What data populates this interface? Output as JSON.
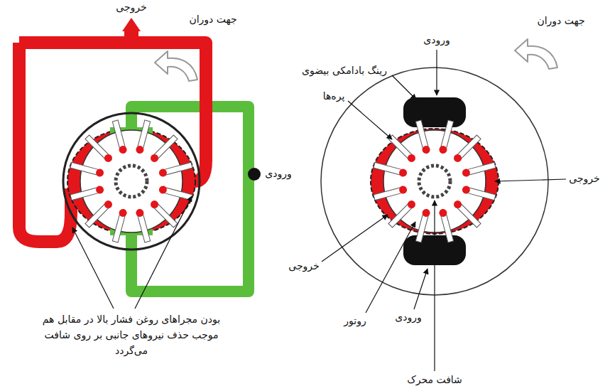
{
  "diagram": {
    "labels": [
      "خروجی",
      "جهت دوران",
      "ورودی",
      "بودن مجراهای روغن فشار بالا در مقابل هم موجب حذف نیروهای جانبی بر روی شافت می‌گردد",
      "جهت دوران",
      "ورودی",
      "رینگ بادامکی بیضوی",
      "پره‌ها",
      "خروجی",
      "خروجی",
      "روتور",
      "ورودی",
      "شافت محرک"
    ]
  }
}
